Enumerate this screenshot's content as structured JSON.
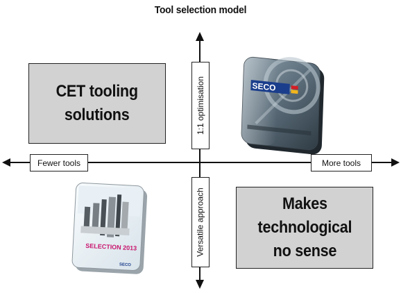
{
  "title": "Tool selection model",
  "axes": {
    "horizontal": {
      "left_label": "Fewer tools",
      "right_label": "More tools"
    },
    "vertical": {
      "top_label": "1:1 optimisation",
      "bottom_label": "Versatile approach"
    }
  },
  "quadrants": {
    "top_left": {
      "text": "CET tooling\nsolutions"
    },
    "top_right": {
      "image": "seco-tooling-software-box",
      "logo_text": "SECO"
    },
    "bottom_left": {
      "image": "seco-catalogue-book",
      "caption": "SELECTION 2013",
      "logo_text": "SECO"
    },
    "bottom_right": {
      "text": "Makes\ntechnological\nno sense"
    }
  },
  "colors": {
    "box_fill": "#d2d2d2",
    "line": "#111111",
    "seco_blue": "#1b3e8c",
    "seco_red": "#d21e24",
    "catalogue_caption": "#c8166e"
  }
}
